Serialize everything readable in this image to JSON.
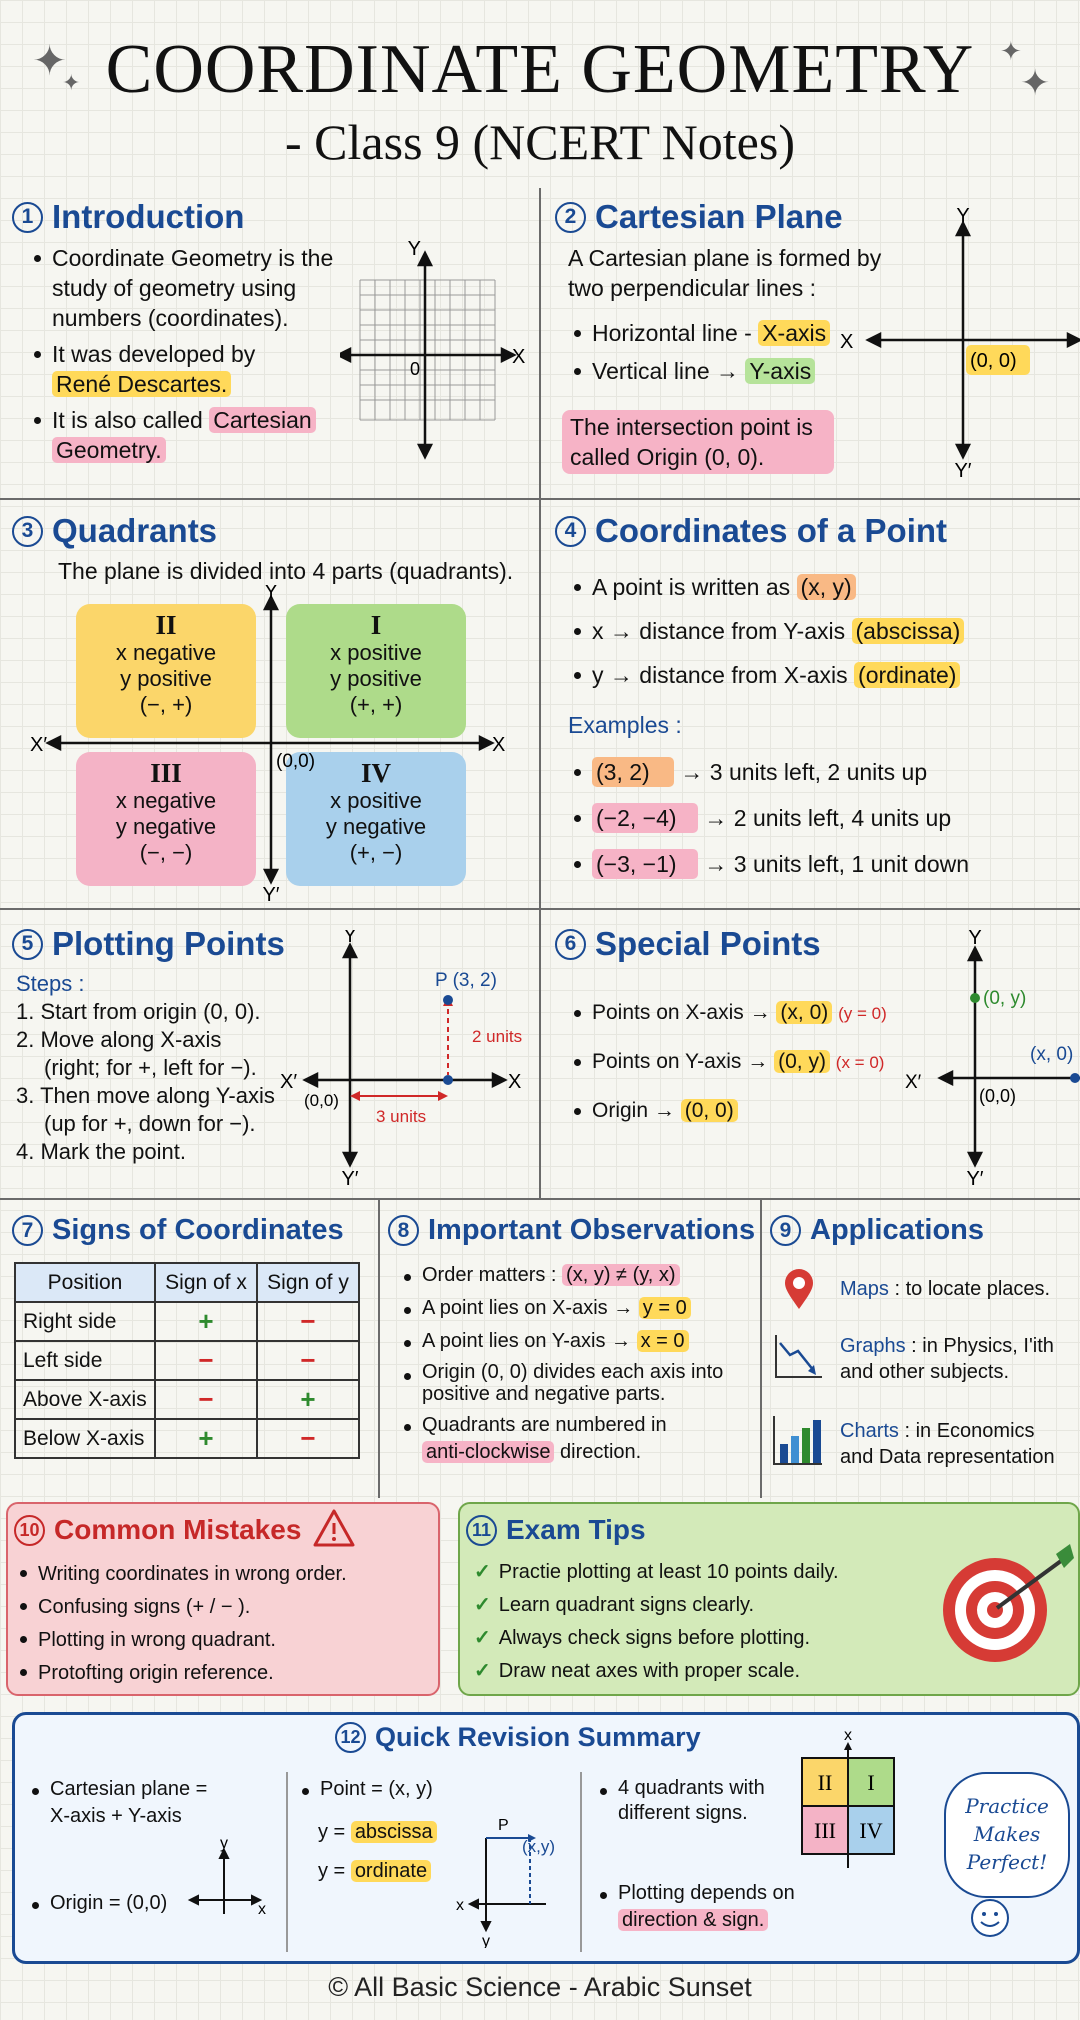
{
  "header": {
    "title": "COORDINATE GEOMETRY",
    "subtitle": "- Class 9 (NCERT Notes)"
  },
  "colors": {
    "title_blue": "#1a4a93",
    "yellow": "#ffd95a",
    "pink": "#f6b3c6",
    "green": "#b6e39a",
    "orange": "#f9b985",
    "quad_yellow": "#fbd66a",
    "quad_green": "#aedb8a",
    "quad_pink": "#f4b3c6",
    "quad_blue": "#a9d0ec"
  },
  "s1": {
    "num": "1",
    "title": "Introduction",
    "b1": "Coordinate Geometry is the study of geometry using numbers (coordinates).",
    "b2_pre": "It was developed by",
    "b2_hl": "René Descartes.",
    "b3_pre": "It is also called",
    "b3_hl1": "Cartesian",
    "b3_hl2": "Geometry.",
    "axis_y": "Y",
    "axis_x": "X",
    "origin": "0"
  },
  "s2": {
    "num": "2",
    "title": "Cartesian Plane",
    "intro": "A Cartesian plane is formed by two perpendicular lines :",
    "b1_pre": "Horizontal line -",
    "b1_hl": "X-axis",
    "b2_pre": "Vertical line →",
    "b2_hl": "Y-axis",
    "note": "The intersection point is called Origin (0, 0).",
    "axis_y": "Y",
    "axis_y2": "Y′",
    "axis_x": "X",
    "origin": "(0, 0)"
  },
  "s3": {
    "num": "3",
    "title": "Quadrants",
    "intro": "The plane is divided into 4 parts (quadrants).",
    "q2": {
      "rn": "II",
      "l1": "x negative",
      "l2": "y positive",
      "l3": "(−, +)"
    },
    "q1": {
      "rn": "I",
      "l1": "x positive",
      "l2": "y positive",
      "l3": "(+, +)"
    },
    "q3": {
      "rn": "III",
      "l1": "x negative",
      "l2": "y negative",
      "l3": "(−, −)"
    },
    "q4": {
      "rn": "IV",
      "l1": "x positive",
      "l2": "y negative",
      "l3": "(+, −)"
    },
    "axis_y": "Y",
    "axis_y2": "Y′",
    "axis_x": "X",
    "axis_x2": "X′",
    "origin": "(0,0)"
  },
  "s4": {
    "num": "4",
    "title": "Coordinates of a Point",
    "b1_pre": "A point is written as",
    "b1_hl": "(x, y)",
    "b2_pre": "x → distance from Y-axis",
    "b2_hl": "(abscissa)",
    "b3_pre": "y → distance from X-axis",
    "b3_hl": "(ordinate)",
    "examples": "Examples :",
    "e1_hl": "(3, 2)",
    "e1_txt": "→ 3 units left, 2 units up",
    "e2_hl": "(−2, −4)",
    "e2_txt": "→ 2 units left, 4 units up",
    "e3_hl": "(−3, −1)",
    "e3_txt": "→ 3 units left, 1 unit down"
  },
  "s5": {
    "num": "5",
    "title": "Plotting Points",
    "steps": "Steps :",
    "st1": "1. Start from origin (0, 0).",
    "st2a": "2. Move along X-axis",
    "st2b": "(right; for +, left for −).",
    "st3a": "3. Then move along Y-axis",
    "st3b": "(up for +, down for −).",
    "st4": "4. Mark the point.",
    "point": "P (3, 2)",
    "up": "2 units",
    "right": "3 units",
    "axis_y": "Y",
    "axis_y2": "Y′",
    "axis_x": "X",
    "axis_x2": "X′",
    "origin": "(0,0)"
  },
  "s6": {
    "num": "6",
    "title": "Special Points",
    "b1_pre": "Points on X-axis →",
    "b1_hl": "(x, 0)",
    "b1_note": "(y = 0)",
    "b2_pre": "Points on Y-axis →",
    "b2_hl": "(0, y)",
    "b2_note": "(x = 0)",
    "b3_pre": "Origin →",
    "b3_hl": "(0, 0)",
    "pt_y": "(0, y)",
    "pt_x": "(x, 0)",
    "origin": "(0,0)",
    "axis_y": "Y",
    "axis_y2": "Y′",
    "axis_x2": "X′"
  },
  "s7": {
    "num": "7",
    "title": "Signs of Coordinates",
    "headers": [
      "Position",
      "Sign of x",
      "Sign of y"
    ],
    "rows": [
      [
        "Right side",
        "+",
        "−"
      ],
      [
        "Left side",
        "−",
        "−"
      ],
      [
        "Above X-axis",
        "−",
        "+"
      ],
      [
        "Below X-axis",
        "+",
        "−"
      ]
    ]
  },
  "s8": {
    "num": "8",
    "title": "Important Observations",
    "b1_pre": "Order matters :",
    "b1_hl": "(x, y) ≠ (y, x)",
    "b2_pre": "A point lies on X-axis →",
    "b2_hl": "y = 0",
    "b3_pre": "A point lies on Y-axis →",
    "b3_hl": "x = 0",
    "b4": "Origin (0, 0) divides each axis into positive and negative parts.",
    "b5_pre": "Quadrants are numbered in",
    "b5_hl": "anti-clockwise",
    "b5_post": "direction."
  },
  "s9": {
    "num": "9",
    "title": "Applications",
    "a1_b": "Maps",
    "a1": ": to locate places.",
    "a2_b": "Graphs",
    "a2": ": in Physics, I'ith",
    "a2b": "and other subjects.",
    "a3_b": "Charts",
    "a3": ": in Economics",
    "a3b": "and Data representation"
  },
  "s10": {
    "num": "10",
    "title": "Common Mistakes",
    "items": [
      "Writing coordinates in wrong order.",
      "Confusing signs (+ / − ).",
      "Plotting in wrong quadrant.",
      "Protofting origin reference."
    ]
  },
  "s11": {
    "num": "11",
    "title": "Exam Tips",
    "items": [
      "Practie plotting at least 10 points daily.",
      "Learn quadrant signs clearly.",
      "Always check signs before plotting.",
      "Draw neat axes with proper scale."
    ]
  },
  "s12": {
    "num": "12",
    "title": "Quick Revision Summary",
    "c1a": "Cartesian plane =",
    "c1b": "X-axis  +  Y-axis",
    "c1c": "Origin = (0,0)",
    "c2a": "Point = (x, y)",
    "c2b_pre": "y =",
    "c2b_hl": "abscissa",
    "c2c_pre": "y =",
    "c2c_hl": "ordinate",
    "c2_pt": "(x,y)",
    "c2_p": "P",
    "c3a": "4 quadrants with different signs.",
    "c3b_pre": "Plotting depends on",
    "c3b_hl": "direction & sign.",
    "grid": [
      "II",
      "I",
      "III",
      "IV"
    ],
    "practice": [
      "Practice",
      "Makes",
      "Perfect!"
    ],
    "ax_x": "x",
    "ax_y": "y"
  },
  "footer": "© All Basic Science - Arabic Sunset"
}
